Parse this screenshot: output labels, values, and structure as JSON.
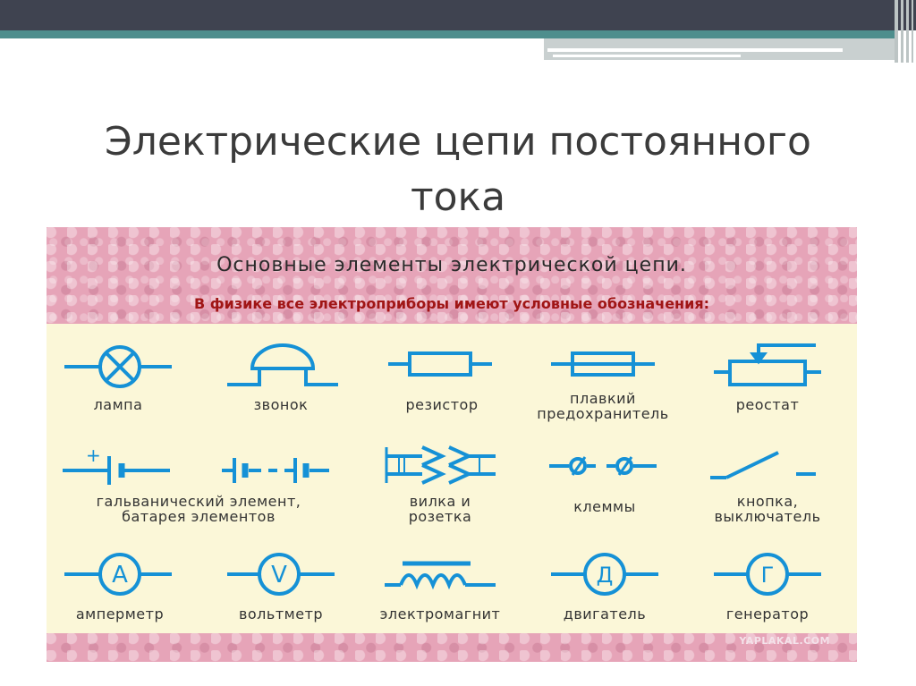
{
  "slide": {
    "title_line1": "Электрические цепи постоянного",
    "title_line2": "тока"
  },
  "figure": {
    "heading": "Основные элементы электрической цепи.",
    "subheading": "В физике все электроприборы имеют условные обозначения:",
    "watermark": "YAPLAKAL.COM",
    "symbol_color": "#1591d6",
    "items": [
      {
        "label_lines": [
          "лампа"
        ],
        "icon": "lamp-icon"
      },
      {
        "label_lines": [
          "звонок"
        ],
        "icon": "bell-icon"
      },
      {
        "label_lines": [
          "резистор"
        ],
        "icon": "resistor-icon"
      },
      {
        "label_lines": [
          "плавкий",
          "предохранитель"
        ],
        "icon": "fuse-icon"
      },
      {
        "label_lines": [
          "реостат"
        ],
        "icon": "rheostat-icon"
      },
      {
        "label_lines": [
          "гальванический элемент,",
          "батарея элементов"
        ],
        "icon": "galvanic-cell-icon"
      },
      {
        "label_lines": [
          "вилка и",
          "розетка"
        ],
        "icon": "plug-socket-icon"
      },
      {
        "label_lines": [
          "клеммы"
        ],
        "icon": "terminals-icon"
      },
      {
        "label_lines": [
          "кнопка,",
          "выключатель"
        ],
        "icon": "switch-icon"
      },
      {
        "label_lines": [
          "амперметр"
        ],
        "icon": "ammeter-icon",
        "symbol_letter": "А"
      },
      {
        "label_lines": [
          "вольтметр"
        ],
        "icon": "voltmeter-icon",
        "symbol_letter": "V"
      },
      {
        "label_lines": [
          "электромагнит"
        ],
        "icon": "electromagnet-icon"
      },
      {
        "label_lines": [
          "двигатель"
        ],
        "icon": "motor-icon",
        "symbol_letter": "Д"
      },
      {
        "label_lines": [
          "генератор"
        ],
        "icon": "generator-icon",
        "symbol_letter": "Г"
      }
    ],
    "cell_signs": {
      "plus": "+"
    }
  }
}
